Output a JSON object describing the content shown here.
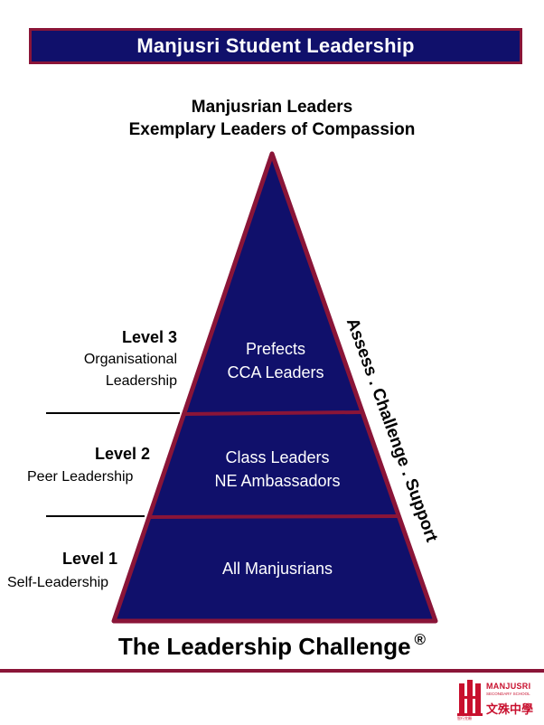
{
  "header": {
    "title": "Manjusri Student Leadership"
  },
  "apex": {
    "line1": "Manjusrian Leaders",
    "line2": "Exemplary Leaders of Compassion"
  },
  "tiers": [
    {
      "line1": "Prefects",
      "line2": "CCA Leaders"
    },
    {
      "line1": "Class Leaders",
      "line2": "NE Ambassadors"
    },
    {
      "line1": "All Manjusrians"
    }
  ],
  "levels": [
    {
      "title": "Level 3",
      "desc1": "Organisational",
      "desc2": "Leadership"
    },
    {
      "title": "Level 2",
      "desc1": "Peer Leadership"
    },
    {
      "title": "Level 1",
      "desc1": "Self-Leadership"
    }
  ],
  "side_label": "Assess . Challenge . Support",
  "footer": {
    "title": "The Leadership Challenge",
    "mark": "®"
  },
  "logo": {
    "name": "MANJUSRI",
    "sub": "SECONDARY SCHOOL",
    "cjk": "文殊中學",
    "motto": "智行兌願"
  },
  "colors": {
    "navy": "#10106b",
    "maroon": "#8a1538",
    "logo_red": "#c8102e"
  },
  "icons": {
    "logo_mark": "school-building-logo-icon"
  }
}
